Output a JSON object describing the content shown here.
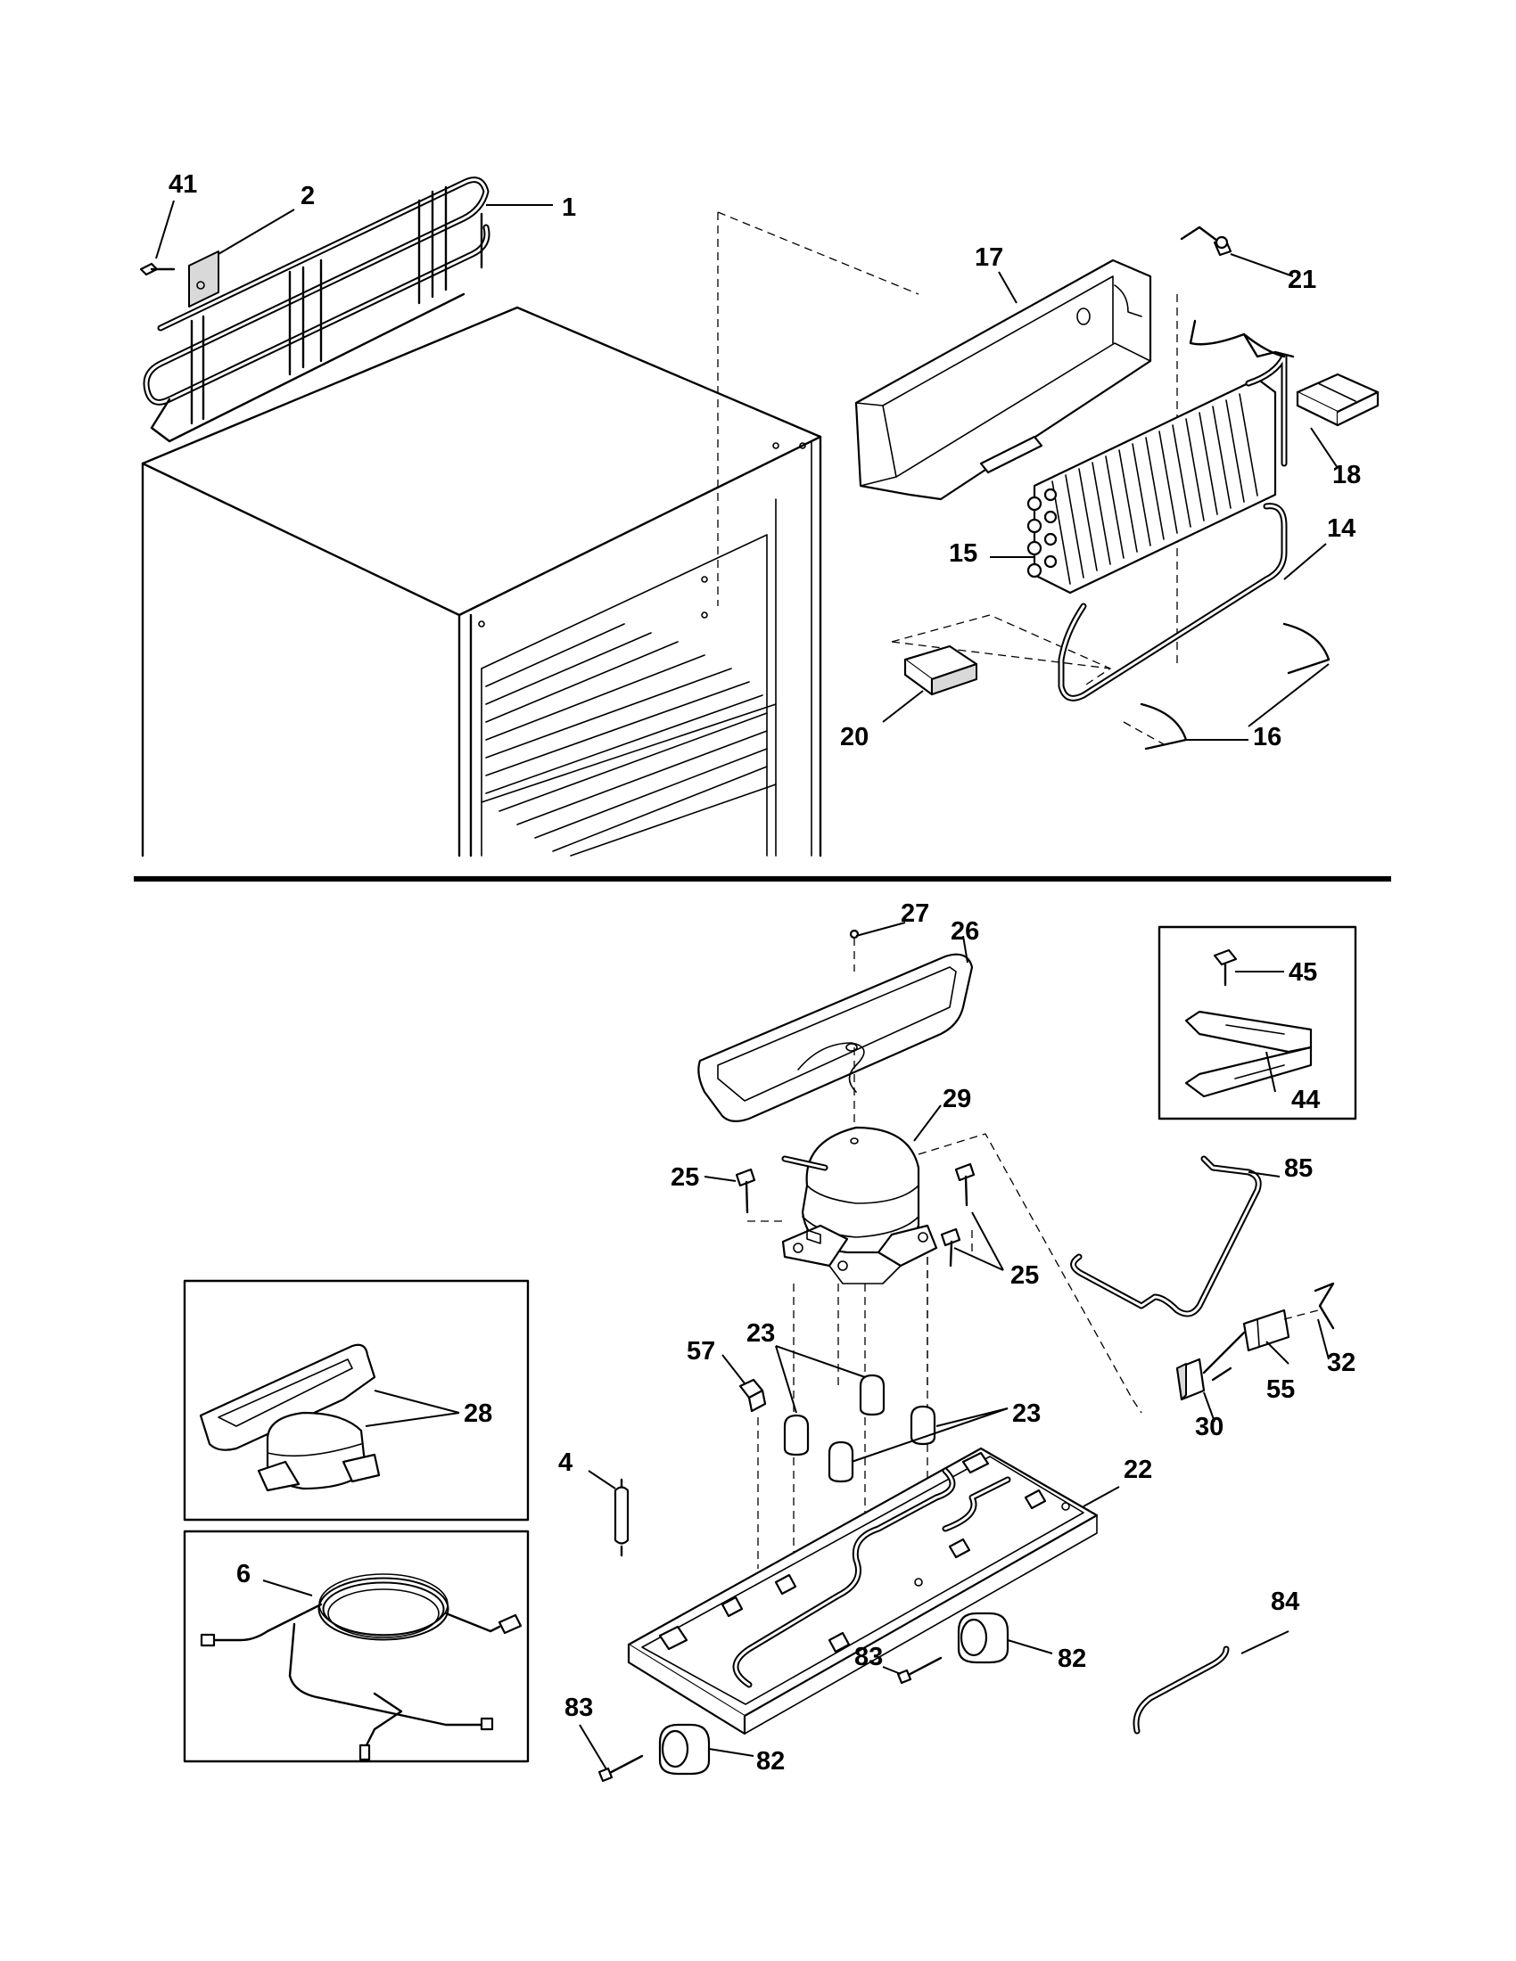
{
  "part_labels": {
    "p41": "41",
    "p2": "2",
    "p1": "1",
    "p17": "17",
    "p21": "21",
    "p18": "18",
    "p14": "14",
    "p15": "15",
    "p20": "20",
    "p16": "16",
    "p27": "27",
    "p26": "26",
    "p45": "45",
    "p44": "44",
    "p29": "29",
    "p25a": "25",
    "p25b": "25",
    "p85": "85",
    "p23a": "23",
    "p23b": "23",
    "p57": "57",
    "p28": "28",
    "p32": "32",
    "p55": "55",
    "p30": "30",
    "p22": "22",
    "p4": "4",
    "p6": "6",
    "p84": "84",
    "p83a": "83",
    "p82a": "82",
    "p83b": "83",
    "p82b": "82"
  }
}
